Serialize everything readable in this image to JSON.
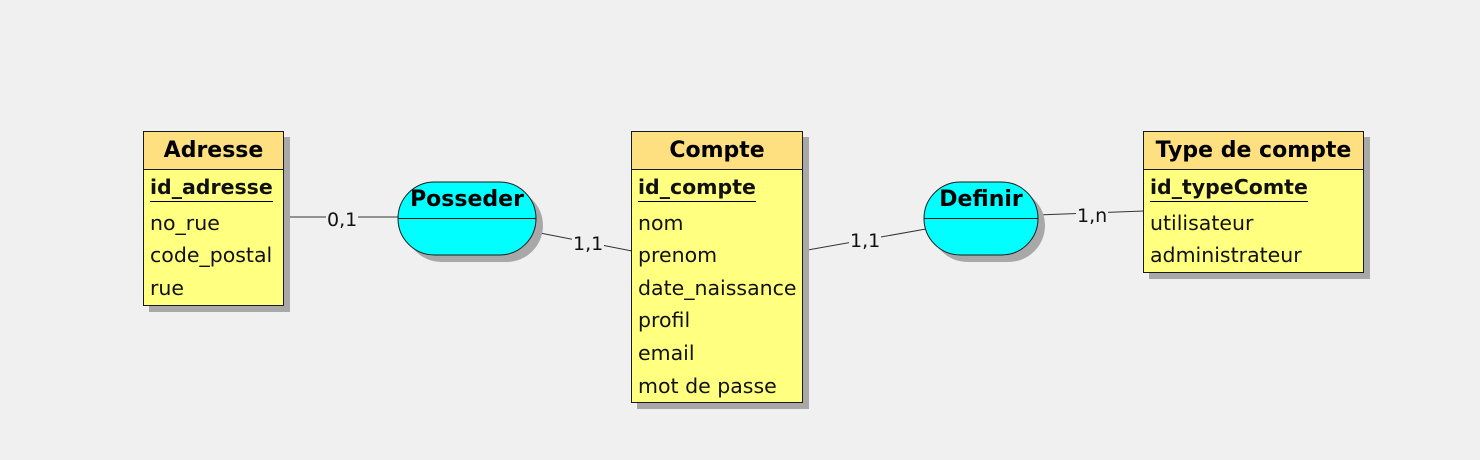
{
  "entities": {
    "adresse": {
      "title": "Adresse",
      "key": "id_adresse",
      "attributes": [
        "no_rue",
        "code_postal",
        "rue"
      ]
    },
    "compte": {
      "title": "Compte",
      "key": "id_compte",
      "attributes": [
        "nom",
        "prenom",
        "date_naissance",
        "profil",
        "email",
        "mot de passe"
      ]
    },
    "type_compte": {
      "title": "Type de compte",
      "key": "id_typeComte",
      "attributes": [
        "utilisateur",
        "administrateur"
      ]
    }
  },
  "associations": {
    "posseder": {
      "label": "Posseder"
    },
    "definir": {
      "label": "Definir"
    }
  },
  "cardinalities": {
    "adresse_posseder": "0,1",
    "compte_posseder": "1,1",
    "compte_definir": "1,1",
    "type_definir": "1,n"
  },
  "colors": {
    "background": "#f0f0f0",
    "entity_fill": "#ffff80",
    "entity_header": "#ffe080",
    "association_fill": "#00ffff",
    "shadow": "#a8a8a8",
    "stroke": "#1a1a1a"
  }
}
